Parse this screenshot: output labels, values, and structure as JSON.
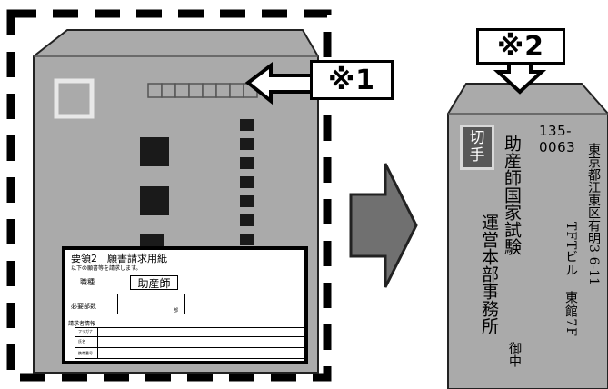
{
  "notes": {
    "note1": "※1",
    "note2": "※2"
  },
  "form": {
    "title": "要領2　願書請求用紙",
    "instruction": "以下の願書等を請求します。",
    "job_label": "職種",
    "job_value": "助産師",
    "copies_label": "必要部数",
    "copies_unit": "部",
    "requester_label": "請求者情報",
    "furigana_label": "フリガナ",
    "name_label": "氏名",
    "phone_label": "携帯番号"
  },
  "envelope": {
    "stamp": [
      "切",
      "手"
    ],
    "postal_code": "135-0063",
    "address_line1": "東京都江東区有明3-6-11",
    "address_line2": "TFTビル　東館7F",
    "recipient_line1": "助産師国家試験",
    "recipient_line2": "運営本部事務所",
    "honorific": "御中"
  },
  "colors": {
    "envelope_gray": "#aaaaaa",
    "dark": "#1a1a1a",
    "stamp": "#585858"
  }
}
